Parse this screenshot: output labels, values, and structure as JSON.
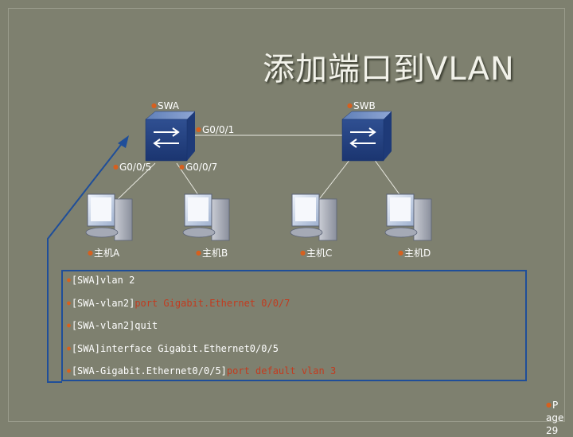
{
  "title": "添加端口到VLAN",
  "colors": {
    "background": "#7e806f",
    "bullet": "#d6601f",
    "box_border": "#1f4e99",
    "keyword": "#c23b1f"
  },
  "devices": {
    "swa": "SWA",
    "swb": "SWB",
    "port_g001": "G0/0/1",
    "port_g005": "G0/0/5",
    "port_g007": "G0/0/7"
  },
  "hosts": {
    "a": "主机A",
    "b": "主机B",
    "c": "主机C",
    "d": "主机D"
  },
  "commands": [
    {
      "prefix": "[SWA]vlan 2",
      "keyword": ""
    },
    {
      "prefix": "[SWA-vlan2]",
      "keyword": "port Gigabit.Ethernet 0/0/7"
    },
    {
      "prefix": "[SWA-vlan2]quit",
      "keyword": ""
    },
    {
      "prefix": "[SWA]interface Gigabit.Ethernet0/0/5",
      "keyword": ""
    },
    {
      "prefix": "[SWA-Gigabit.Ethernet0/0/5]",
      "keyword": "port default vlan 3"
    }
  ],
  "page": {
    "line1": "P",
    "line2": "age",
    "line3": "29"
  }
}
